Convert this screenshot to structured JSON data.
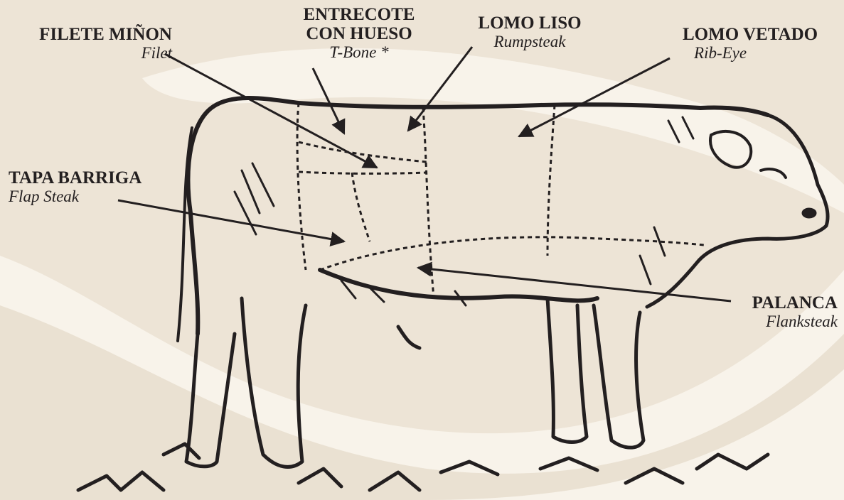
{
  "colors": {
    "background": "#ede4d6",
    "swirl": "#f8f3ea",
    "swirl_shadow": "#e4d9c7",
    "ink": "#231f20"
  },
  "labels": {
    "filete": {
      "spanish": "FILETE MIÑON",
      "english": "Filet"
    },
    "entrecote": {
      "spanish_1": "ENTRECOTE",
      "spanish_2": "CON HUESO",
      "english": "T-Bone *"
    },
    "lomo_liso": {
      "spanish": "LOMO LISO",
      "english": "Rumpsteak"
    },
    "lomo_vetado": {
      "spanish": "LOMO VETADO",
      "english": "Rib-Eye"
    },
    "tapa_barriga": {
      "spanish": "TAPA BARRIGA",
      "english": "Flap Steak"
    },
    "palanca": {
      "spanish": "PALANCA",
      "english": "Flanksteak"
    }
  }
}
